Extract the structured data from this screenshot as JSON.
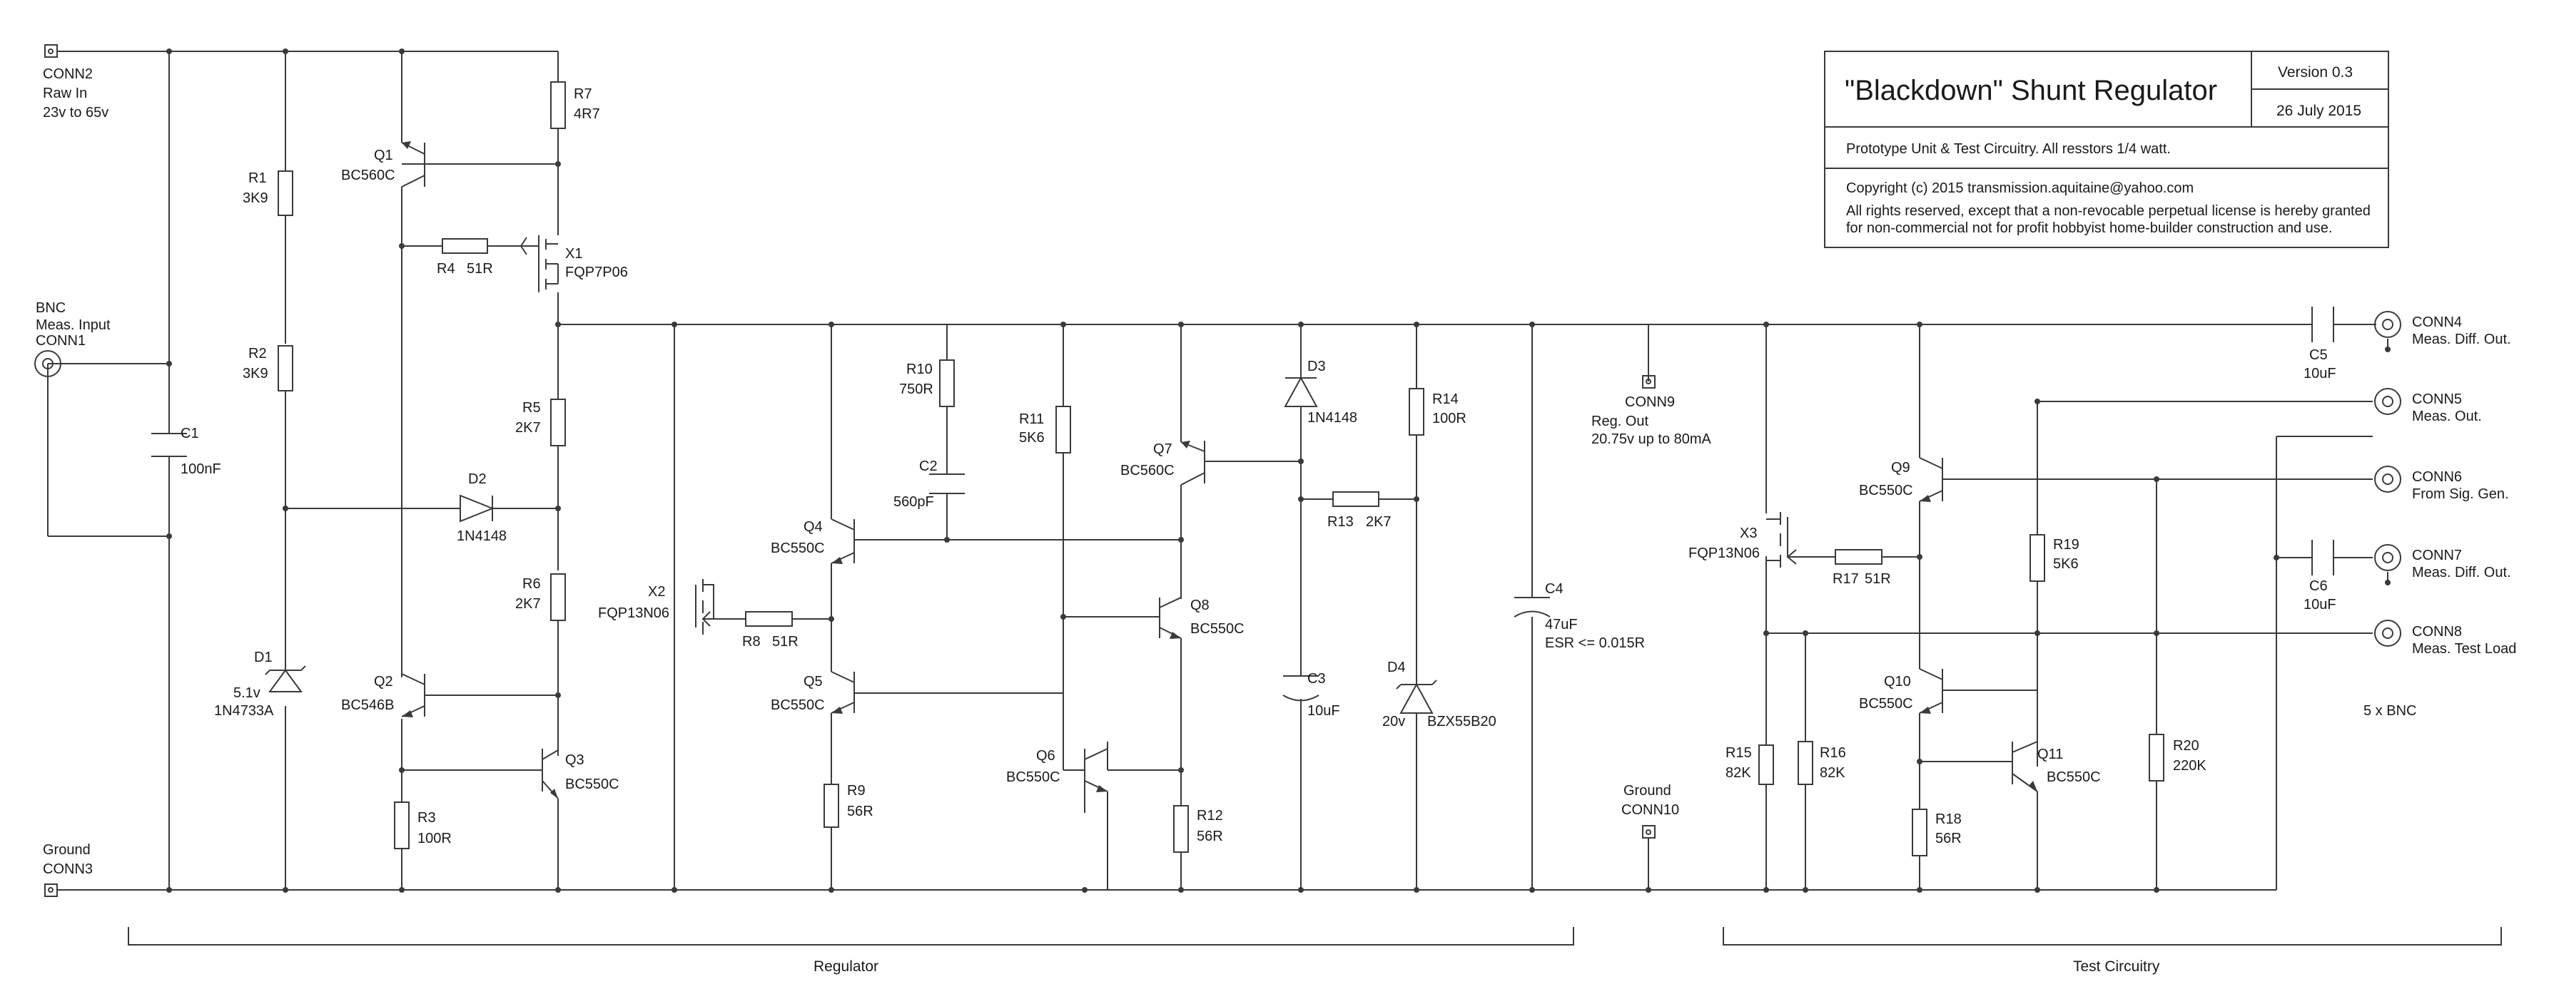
{
  "title_block": {
    "title": "\"Blackdown\" Shunt Regulator",
    "version": "Version 0.3",
    "date": "26 July 2015",
    "note": "Prototype Unit & Test Circuitry. All resstors 1/4 watt.",
    "copyright": "Copyright (c) 2015 transmission.aquitaine@yahoo.com",
    "rights_1": "All rights reserved, except that a non-revocable perpetual license is hereby granted",
    "rights_2": "for non-commercial not for profit hobbyist home-builder construction and use."
  },
  "sections": {
    "regulator": "Regulator",
    "test": "Test Circuitry"
  },
  "connectors": {
    "conn2": {
      "ref": "CONN2",
      "l1": "Raw In",
      "l2": "23v to 65v"
    },
    "conn1": {
      "ref": "CONN1",
      "l1": "BNC",
      "l2": "Meas. Input"
    },
    "conn3": {
      "ref": "CONN3",
      "l1": "Ground"
    },
    "conn9": {
      "ref": "CONN9",
      "l1": "Reg. Out",
      "l2": "20.75v up to 80mA"
    },
    "conn10": {
      "ref": "CONN10",
      "l1": "Ground"
    },
    "conn4": {
      "ref": "CONN4",
      "l1": "Meas. Diff. Out."
    },
    "conn5": {
      "ref": "CONN5",
      "l1": "Meas. Out."
    },
    "conn6": {
      "ref": "CONN6",
      "l1": "From Sig. Gen."
    },
    "conn7": {
      "ref": "CONN7",
      "l1": "Meas. Diff. Out."
    },
    "conn8": {
      "ref": "CONN8",
      "l1": "Meas. Test Load"
    },
    "bnc_note": "5 x BNC"
  },
  "components": {
    "r1": {
      "ref": "R1",
      "val": "3K9"
    },
    "r2": {
      "ref": "R2",
      "val": "3K9"
    },
    "r3": {
      "ref": "R3",
      "val": "100R"
    },
    "r4": {
      "ref": "R4",
      "val": "51R"
    },
    "r5": {
      "ref": "R5",
      "val": "2K7"
    },
    "r6": {
      "ref": "R6",
      "val": "2K7"
    },
    "r7": {
      "ref": "R7",
      "val": "4R7"
    },
    "r8": {
      "ref": "R8",
      "val": "51R"
    },
    "r9": {
      "ref": "R9",
      "val": "56R"
    },
    "r10": {
      "ref": "R10",
      "val": "750R"
    },
    "r11": {
      "ref": "R11",
      "val": "5K6"
    },
    "r12": {
      "ref": "R12",
      "val": "56R"
    },
    "r13": {
      "ref": "R13",
      "val": "2K7"
    },
    "r14": {
      "ref": "R14",
      "val": "100R"
    },
    "r15": {
      "ref": "R15",
      "val": "82K"
    },
    "r16": {
      "ref": "R16",
      "val": "82K"
    },
    "r17": {
      "ref": "R17",
      "val": "51R"
    },
    "r18": {
      "ref": "R18",
      "val": "56R"
    },
    "r19": {
      "ref": "R19",
      "val": "5K6"
    },
    "r20": {
      "ref": "R20",
      "val": "220K"
    },
    "c1": {
      "ref": "C1",
      "val": "100nF"
    },
    "c2": {
      "ref": "C2",
      "val": "560pF"
    },
    "c3": {
      "ref": "C3",
      "val": "10uF"
    },
    "c4": {
      "ref": "C4",
      "val": "47uF",
      "note": "ESR <= 0.015R"
    },
    "c5": {
      "ref": "C5",
      "val": "10uF"
    },
    "c6": {
      "ref": "C6",
      "val": "10uF"
    },
    "d1": {
      "ref": "D1",
      "v": "5.1v",
      "val": "1N4733A"
    },
    "d2": {
      "ref": "D2",
      "val": "1N4148"
    },
    "d3": {
      "ref": "D3",
      "val": "1N4148"
    },
    "d4": {
      "ref": "D4",
      "v": "20v",
      "val": "BZX55B20"
    },
    "q1": {
      "ref": "Q1",
      "val": "BC560C"
    },
    "q2": {
      "ref": "Q2",
      "val": "BC546B"
    },
    "q3": {
      "ref": "Q3",
      "val": "BC550C"
    },
    "q4": {
      "ref": "Q4",
      "val": "BC550C"
    },
    "q5": {
      "ref": "Q5",
      "val": "BC550C"
    },
    "q6": {
      "ref": "Q6",
      "val": "BC550C"
    },
    "q7": {
      "ref": "Q7",
      "val": "BC560C"
    },
    "q8": {
      "ref": "Q8",
      "val": "BC550C"
    },
    "q9": {
      "ref": "Q9",
      "val": "BC550C"
    },
    "q10": {
      "ref": "Q10",
      "val": "BC550C"
    },
    "q11": {
      "ref": "Q11",
      "val": "BC550C"
    },
    "x1": {
      "ref": "X1",
      "val": "FQP7P06"
    },
    "x2": {
      "ref": "X2",
      "val": "FQP13N06"
    },
    "x3": {
      "ref": "X3",
      "val": "FQP13N06"
    }
  },
  "colors": {
    "line": "#3a3a3a",
    "text": "#1a1a1a",
    "background": "#ffffff"
  }
}
